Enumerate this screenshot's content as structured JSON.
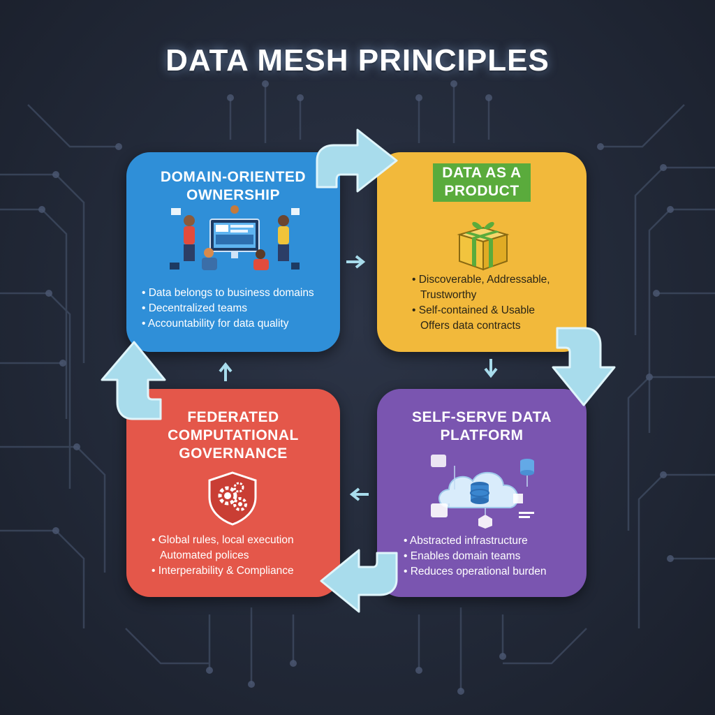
{
  "title": "DATA MESH PRINCIPLES",
  "colors": {
    "background": "#222938",
    "blue_card": "#2f8fd8",
    "yellow_card": "#f2b93b",
    "red_card": "#e4574a",
    "purple_card": "#7a55b0",
    "product_label": "#5aab3c",
    "cycle_arrow": "#a8dcec"
  },
  "principles": [
    {
      "title": "DOMAIN-ORIENTED OWNERSHIP",
      "title_lines": [
        "DOMAIN-ORIENTED",
        "OWNERSHIP"
      ],
      "illustration": "people-collaborating-around-dashboard-illustration",
      "bullets": [
        "Data belongs to business domains",
        "Decentralized teams",
        "Accountability for data quality"
      ]
    },
    {
      "title": "DATA AS A PRODUCT",
      "title_lines": [
        "DATA AS A",
        "PRODUCT"
      ],
      "illustration": "gift-box-icon",
      "bullets": [
        "Discoverable, Addressable,",
        "Trustworthy",
        "Self-contained & Usable",
        "Offers data contracts"
      ]
    },
    {
      "title": "FEDERATED COMPUTATIONAL GOVERNANCE",
      "title_lines": [
        "FEDERATED",
        "COMPUTATIONAL",
        "GOVERNANCE"
      ],
      "illustration": "shield-gears-icon",
      "bullets": [
        "Global rules, local execution",
        "Automated polices",
        "Interperability & Compliance"
      ]
    },
    {
      "title": "SELF-SERVE DATA PLATFORM",
      "title_lines": [
        "SELF-SERVE DATA",
        "PLATFORM"
      ],
      "illustration": "cloud-database-icon",
      "bullets": [
        "Abstracted infrastructure",
        "Enables domain teams",
        "Reduces operational burden"
      ]
    }
  ]
}
